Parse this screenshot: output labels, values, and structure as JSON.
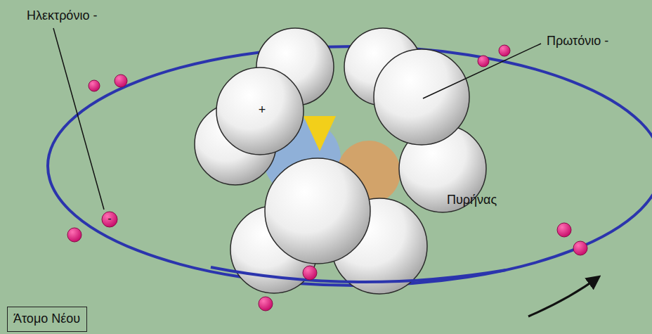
{
  "diagram": {
    "nodes": [
      {
        "text": [
          "Άτομο Νέου"
        ]
      }
    ],
    "labels": [
      "Ηλεκτρόνιο -",
      "Πρωτόνιο -",
      "Πυρήνας",
      "+",
      "-"
    ]
  }
}
